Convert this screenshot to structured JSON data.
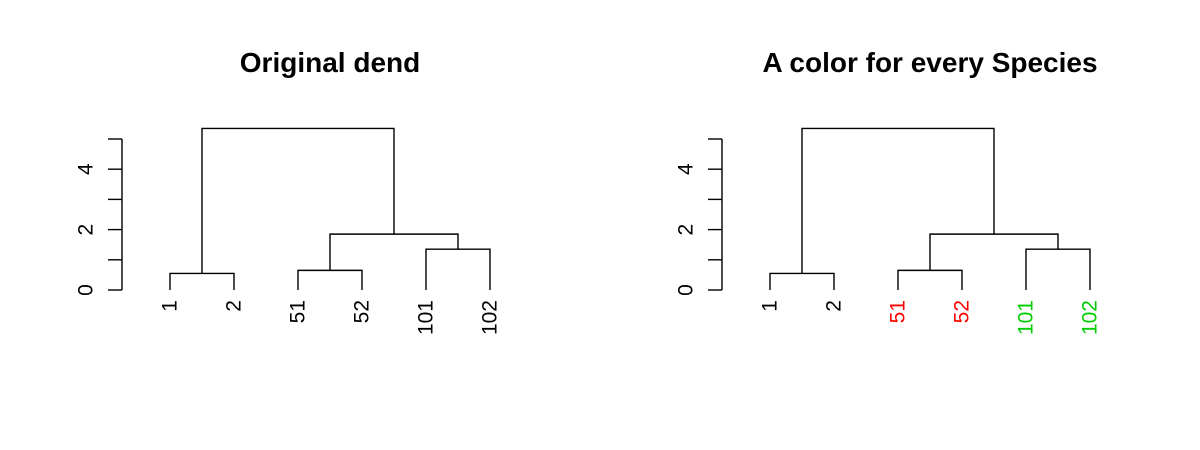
{
  "chart_data": [
    {
      "type": "dendrogram",
      "title": "Original dend",
      "leaves": [
        "1",
        "2",
        "51",
        "52",
        "101",
        "102"
      ],
      "leaf_colors": [
        "#000000",
        "#000000",
        "#000000",
        "#000000",
        "#000000",
        "#000000"
      ],
      "merges": [
        {
          "left": "1",
          "right": "2",
          "height": 0.55
        },
        {
          "left": "51",
          "right": "52",
          "height": 0.65
        },
        {
          "left": "101",
          "right": "102",
          "height": 1.35
        },
        {
          "left": "51-52",
          "right": "101-102",
          "height": 1.85
        },
        {
          "left": "1-2",
          "right": "51-52-101-102",
          "height": 5.35
        }
      ],
      "y_ticks": [
        0,
        2,
        4
      ],
      "y_minor_ticks": [
        0,
        1,
        2,
        3,
        4,
        5
      ],
      "ylim": [
        0,
        5
      ]
    },
    {
      "type": "dendrogram",
      "title": "A color for every Species",
      "leaves": [
        "1",
        "2",
        "51",
        "52",
        "101",
        "102"
      ],
      "leaf_colors": [
        "#000000",
        "#000000",
        "#ff0000",
        "#ff0000",
        "#00cd00",
        "#00cd00"
      ],
      "merges": [
        {
          "left": "1",
          "right": "2",
          "height": 0.55
        },
        {
          "left": "51",
          "right": "52",
          "height": 0.65
        },
        {
          "left": "101",
          "right": "102",
          "height": 1.35
        },
        {
          "left": "51-52",
          "right": "101-102",
          "height": 1.85
        },
        {
          "left": "1-2",
          "right": "51-52-101-102",
          "height": 5.35
        }
      ],
      "y_ticks": [
        0,
        2,
        4
      ],
      "y_minor_ticks": [
        0,
        1,
        2,
        3,
        4,
        5
      ],
      "ylim": [
        0,
        5
      ]
    }
  ]
}
